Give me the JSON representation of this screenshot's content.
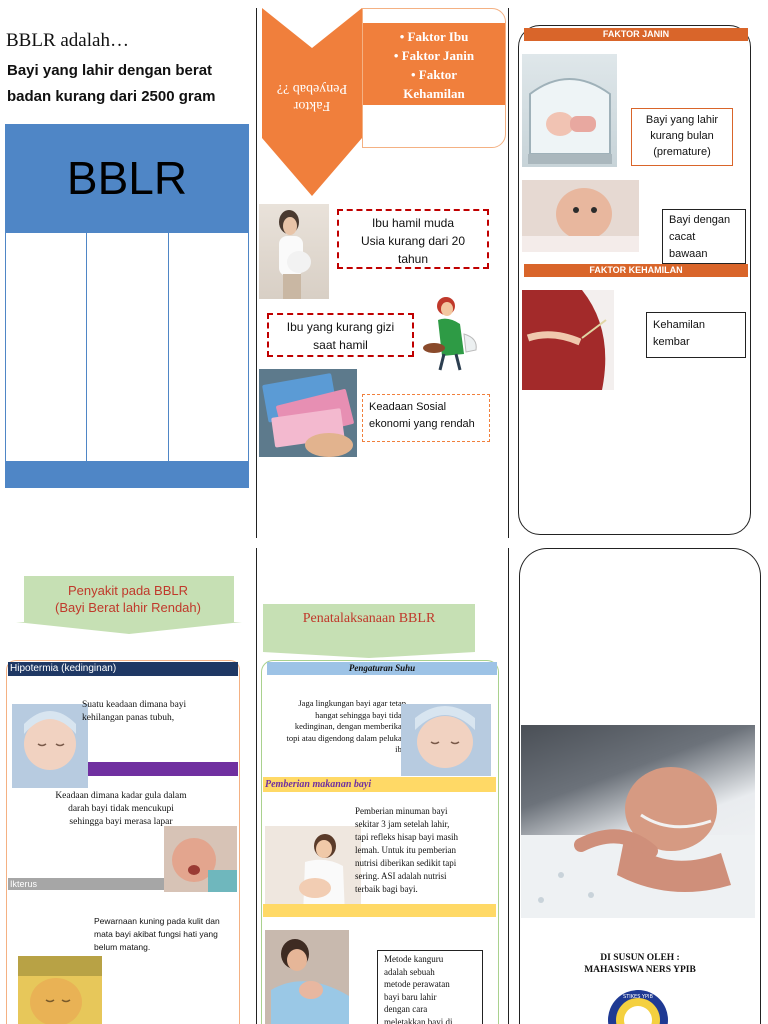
{
  "panel1": {
    "heading": "BBLR adalah…",
    "definition_line1": "Bayi yang lahir dengan berat",
    "definition_line2": "badan kurang dari 2500 gram",
    "table_title": "BBLR"
  },
  "panel2": {
    "arrow_label_line1": "Faktor",
    "arrow_label_line2": "Penyebab ??",
    "factors": [
      "Faktor Ibu",
      "Faktor Janin",
      "Faktor",
      "Kehamilan"
    ],
    "box1_line1": "Ibu hamil muda",
    "box1_line2": "Usia kurang dari 20",
    "box1_line3": "tahun",
    "box2_line1": "Ibu yang kurang gizi",
    "box2_line2": "saat hamil",
    "box3_line1": "Keadaan Sosial",
    "box3_line2": "ekonomi yang rendah"
  },
  "panel3": {
    "header_janin": "FAKTOR JANIN",
    "premature_line1": "Bayi yang lahir",
    "premature_line2": "kurang bulan",
    "premature_line3": "(premature)",
    "cacat_line1": "Bayi dengan",
    "cacat_line2": "cacat",
    "cacat_line3": "bawaan",
    "header_kehamilan": "FAKTOR KEHAMILAN",
    "kembar_line1": "Kehamilan",
    "kembar_line2": "kembar"
  },
  "panel4": {
    "title_line1": "Penyakit pada BBLR",
    "title_line2": "(Bayi Berat lahir Rendah)",
    "hipotermia_header": "Hipotermia (kedinginan)",
    "hipotermia_line1": "Suatu keadaan dimana bayi",
    "hipotermia_line2": "kehilangan panas tubuh,",
    "gula_line1": "Keadaan dimana kadar gula dalam",
    "gula_line2": "darah bayi tidak mencukupi",
    "gula_line3": "sehingga bayi merasa lapar",
    "ikterus_header": "Ikterus",
    "ikterus_line1": "Pewarnaan kuning pada kulit dan",
    "ikterus_line2": "mata bayi akibat fungsi hati yang",
    "ikterus_line3": "belum matang."
  },
  "panel5": {
    "title": "Penatalaksanaan BBLR",
    "suhu_header": "Pengaturan Suhu",
    "suhu_line1": "Jaga lingkungan bayi agar tetap",
    "suhu_line2": "hangat sehingga bayi tidak",
    "suhu_line3": "kedinginan, dengan memberikan",
    "suhu_line4": "topi atau digendong dalam pelukan",
    "suhu_line5": "ibu",
    "makanan_header": "Pemberian makanan bayi",
    "makanan_line1": "Pemberian minuman bayi",
    "makanan_line2": "sekitar 3 jam setelah lahir,",
    "makanan_line3": "tapi refleks hisap bayi masih",
    "makanan_line4": "lemah. Untuk itu pemberian",
    "makanan_line5": "nutrisi diberikan sedikit tapi",
    "makanan_line6": "sering. ASI adalah nutrisi",
    "makanan_line7": "terbaik bagi bayi.",
    "kanguru_line1": "Metode kanguru",
    "kanguru_line2": "adalah sebuah",
    "kanguru_line3": "metode perawatan",
    "kanguru_line4": "bayi baru lahir",
    "kanguru_line5": "dengan cara",
    "kanguru_line6": "meletakkan bayi di"
  },
  "panel6": {
    "credit_line1": "DI SUSUN OLEH :",
    "credit_line2": "MAHASISWA NERS YPIB",
    "logo_text": "STIKES YPIB"
  },
  "colors": {
    "blue": "#4f86c6",
    "orange": "#f07f3c",
    "orange_dark": "#d9652a",
    "green_light": "#c6e0b4",
    "purple": "#7030a0",
    "yellow": "#ffd966",
    "red_dashed": "#c00000"
  }
}
